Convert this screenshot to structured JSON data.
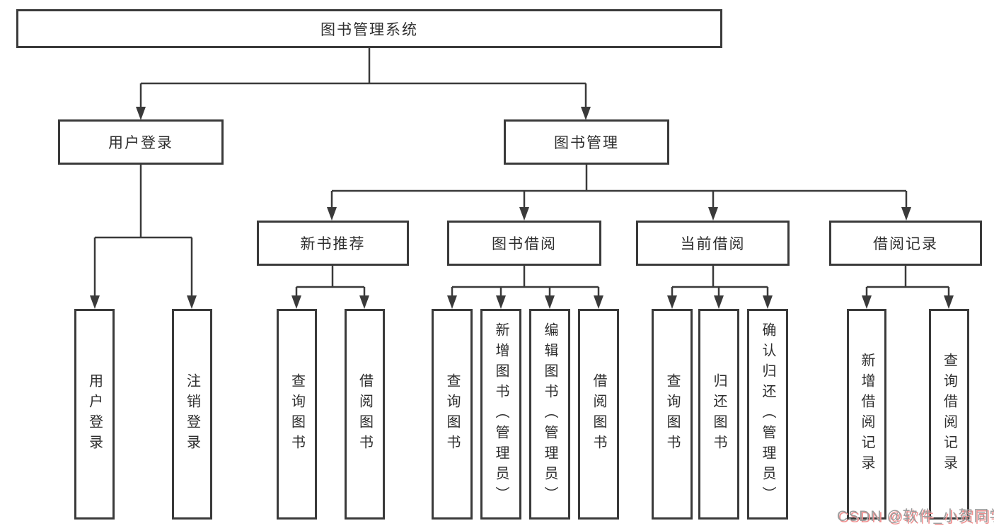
{
  "colors": {
    "line": "#3a3a3a",
    "text": "#2e2e2e",
    "box_bg": "#ffffff",
    "wm_text": "#9c9c9c",
    "wm_shadow": "#ef8f8f"
  },
  "nodes": {
    "root": "图书管理系统",
    "user_login": "用户登录",
    "book_mgmt": "图书管理",
    "new_book_rec": "新书推荐",
    "book_borrow": "图书借阅",
    "current_borrow": "当前借阅",
    "borrow_records": "借阅记录",
    "ul_user_login": "用户登录",
    "ul_logout": "注销登录",
    "nbr_query_book": "查询图书",
    "nbr_borrow_book": "借阅图书",
    "bb_query_book": "查询图书",
    "bb_add_book": "新增图书（管理员）",
    "bb_edit_book": "编辑图书（管理员）",
    "bb_borrow_book": "借阅图书",
    "cb_query_book": "查询图书",
    "cb_return_book": "归还图书",
    "cb_confirm_return": "确认归还（管理员）",
    "br_add_record": "新增借阅记录",
    "br_query_record": "查询借阅记录"
  },
  "hierarchy": {
    "root": [
      "user_login",
      "book_mgmt"
    ],
    "user_login": [
      "ul_user_login",
      "ul_logout"
    ],
    "book_mgmt": [
      "new_book_rec",
      "book_borrow",
      "current_borrow",
      "borrow_records"
    ],
    "new_book_rec": [
      "nbr_query_book",
      "nbr_borrow_book"
    ],
    "book_borrow": [
      "bb_query_book",
      "bb_add_book",
      "bb_edit_book",
      "bb_borrow_book"
    ],
    "current_borrow": [
      "cb_query_book",
      "cb_return_book",
      "cb_confirm_return"
    ],
    "borrow_records": [
      "br_add_record",
      "br_query_record"
    ]
  },
  "watermark": "CSDN @软件_小贺同学"
}
